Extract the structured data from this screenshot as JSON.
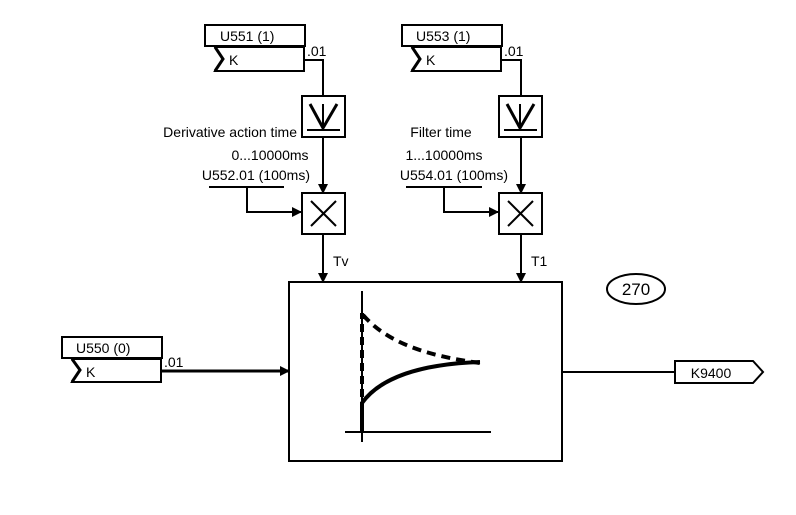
{
  "diagram": {
    "sheet_number": "270",
    "connectors": {
      "derivative_input": {
        "param": "U551 (1)",
        "type": "K",
        "index": ".01"
      },
      "filter_input": {
        "param": "U553 (1)",
        "type": "K",
        "index": ".01"
      },
      "signal_input": {
        "param": "U550 (0)",
        "type": "K",
        "index": ".01"
      },
      "output": {
        "label": "K9400"
      }
    },
    "derivative": {
      "title": "Derivative action time",
      "range": "0...10000ms",
      "param": "U552.01 (100ms)",
      "output_label": "Tv"
    },
    "filter": {
      "title": "Filter time",
      "range": "1...10000ms",
      "param": "U554.01 (100ms)",
      "output_label": "T1"
    },
    "icons": {
      "limiter": "absolute-value-icon",
      "multiplier": "multiply-icon",
      "dt1": "step-response-graph-icon"
    },
    "colors": {
      "line": "#000000",
      "background": "#ffffff"
    }
  }
}
